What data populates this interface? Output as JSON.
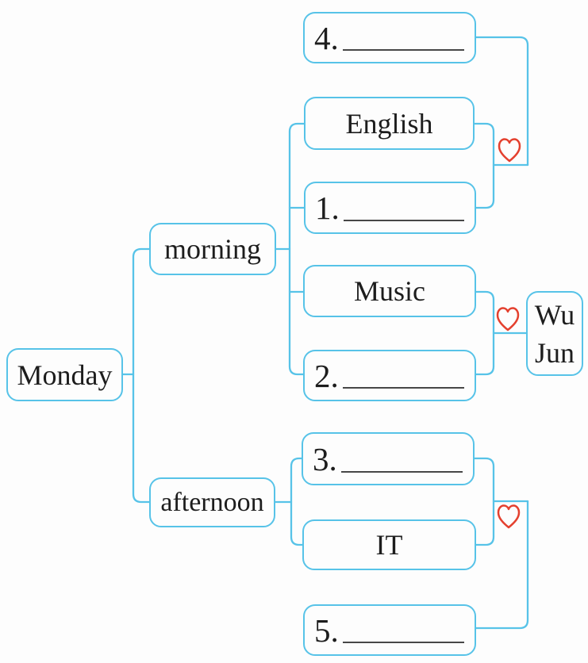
{
  "diagram": {
    "day": "Monday",
    "periods": {
      "morning": "morning",
      "afternoon": "afternoon"
    },
    "subjects": {
      "english": "English",
      "music": "Music",
      "it": "IT"
    },
    "blanks": {
      "n1": "1.",
      "n2": "2.",
      "n3": "3.",
      "n4": "4.",
      "n5": "5."
    },
    "teacher": {
      "line1": "Wu",
      "line2": "Jun"
    }
  },
  "icons": {
    "heart": "heart-outline"
  },
  "colors": {
    "connector": "#57c3e8",
    "box_border": "#57c3e8",
    "heart": "#e4402e",
    "text": "#1d1d1d",
    "blank_line": "#474747",
    "background": "#fdfdfd"
  }
}
